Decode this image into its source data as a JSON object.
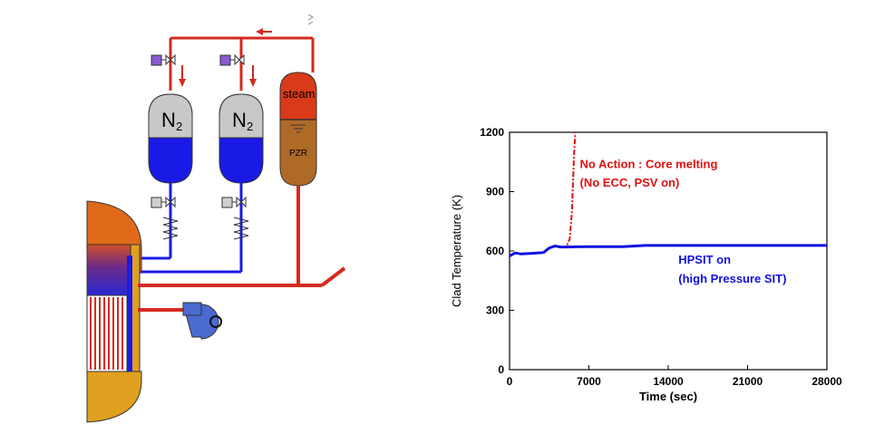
{
  "schematic": {
    "tank1_label": "N",
    "tank1_sub": "2",
    "tank2_label": "N",
    "tank2_sub": "2",
    "pressurizer_top": "steam",
    "pressurizer_bottom": "PZR",
    "colors": {
      "pipe_red": "#d42a1f",
      "water_blue": "#1a1ae6",
      "gas_gray": "#c8c8c8",
      "steam_red": "#d93a1a",
      "pzr_brown": "#b06a28",
      "vessel_top": "#e06a1a",
      "vessel_bottom": "#e0a020",
      "pump_blue": "#4a6ad0",
      "valve_purple": "#8a5ad0"
    }
  },
  "chart_data": {
    "type": "line",
    "xlabel": "Time (sec)",
    "ylabel": "Clad Temperature (K)",
    "xlim": [
      0,
      28000
    ],
    "ylim": [
      0,
      1200
    ],
    "xticks": [
      "0",
      "7000",
      "14000",
      "21000",
      "28000"
    ],
    "yticks": [
      "0",
      "300",
      "600",
      "900",
      "1200"
    ],
    "annotations": {
      "red_line1": "No Action : Core melting",
      "red_line2": "(No ECC, PSV on)",
      "blue_line1": "HPSIT on",
      "blue_line2": "(high Pressure SIT)"
    },
    "series": [
      {
        "color": "#e01010",
        "dashed": true,
        "x": [
          0,
          500,
          1000,
          2000,
          3000,
          3500,
          4000,
          4500,
          5000,
          5300,
          5500,
          5600,
          5700,
          5800
        ],
        "y": [
          575,
          590,
          585,
          588,
          592,
          615,
          625,
          620,
          620,
          660,
          800,
          950,
          1100,
          1200
        ]
      },
      {
        "color": "#1010e0",
        "dashed": false,
        "x": [
          0,
          500,
          1000,
          2000,
          3000,
          3500,
          4000,
          4500,
          5000,
          7000,
          10000,
          12000,
          14000,
          18000,
          22000,
          28000
        ],
        "y": [
          575,
          590,
          585,
          588,
          592,
          615,
          625,
          620,
          620,
          622,
          622,
          628,
          628,
          628,
          628,
          628
        ]
      }
    ]
  }
}
